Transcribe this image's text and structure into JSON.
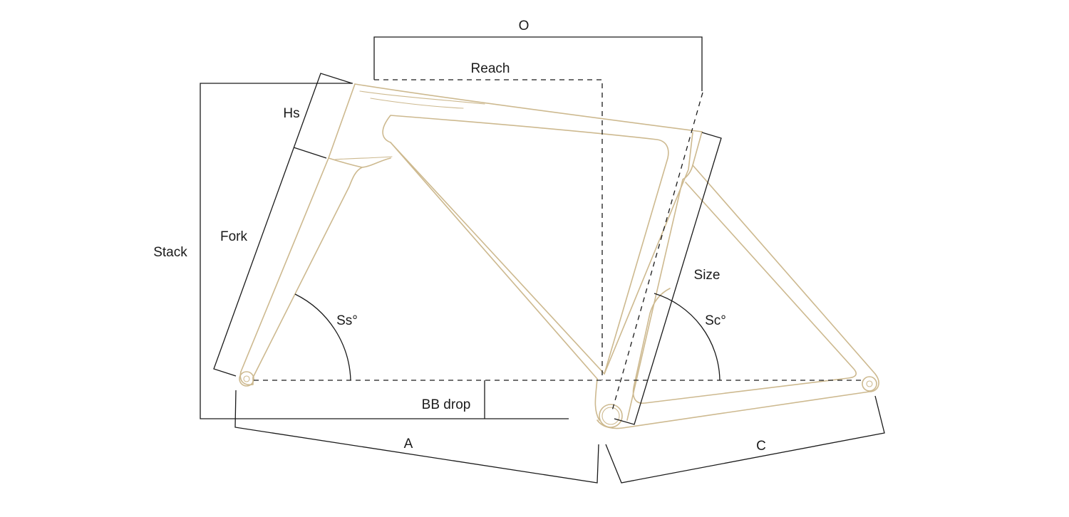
{
  "colors": {
    "frame": "#cdb98f",
    "dimension": "#1a1a1a",
    "background": "#ffffff"
  },
  "labels": {
    "o": "O",
    "reach": "Reach",
    "hs": "Hs",
    "stack": "Stack",
    "fork": "Fork",
    "ss": "Ss°",
    "size": "Size",
    "sc": "Sc°",
    "bb_drop": "BB drop",
    "a": "A",
    "c": "C"
  }
}
